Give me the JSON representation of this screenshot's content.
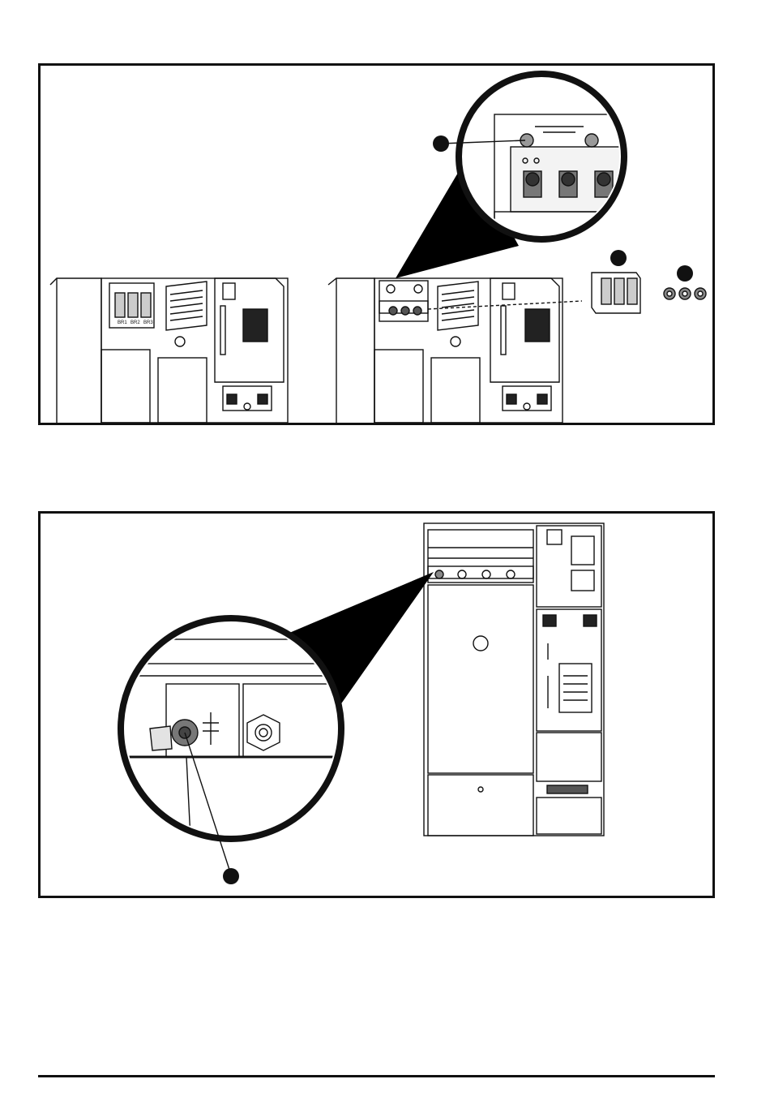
{
  "figure_top": {
    "callouts": [
      {
        "id": "callout-1",
        "label": ""
      },
      {
        "id": "callout-2",
        "label": ""
      },
      {
        "id": "callout-3",
        "label": ""
      }
    ],
    "terminal_labels": [
      "BR1",
      "BR2",
      "BR3"
    ]
  },
  "figure_bottom": {
    "callouts": [
      {
        "id": "callout-4",
        "label": ""
      }
    ]
  }
}
